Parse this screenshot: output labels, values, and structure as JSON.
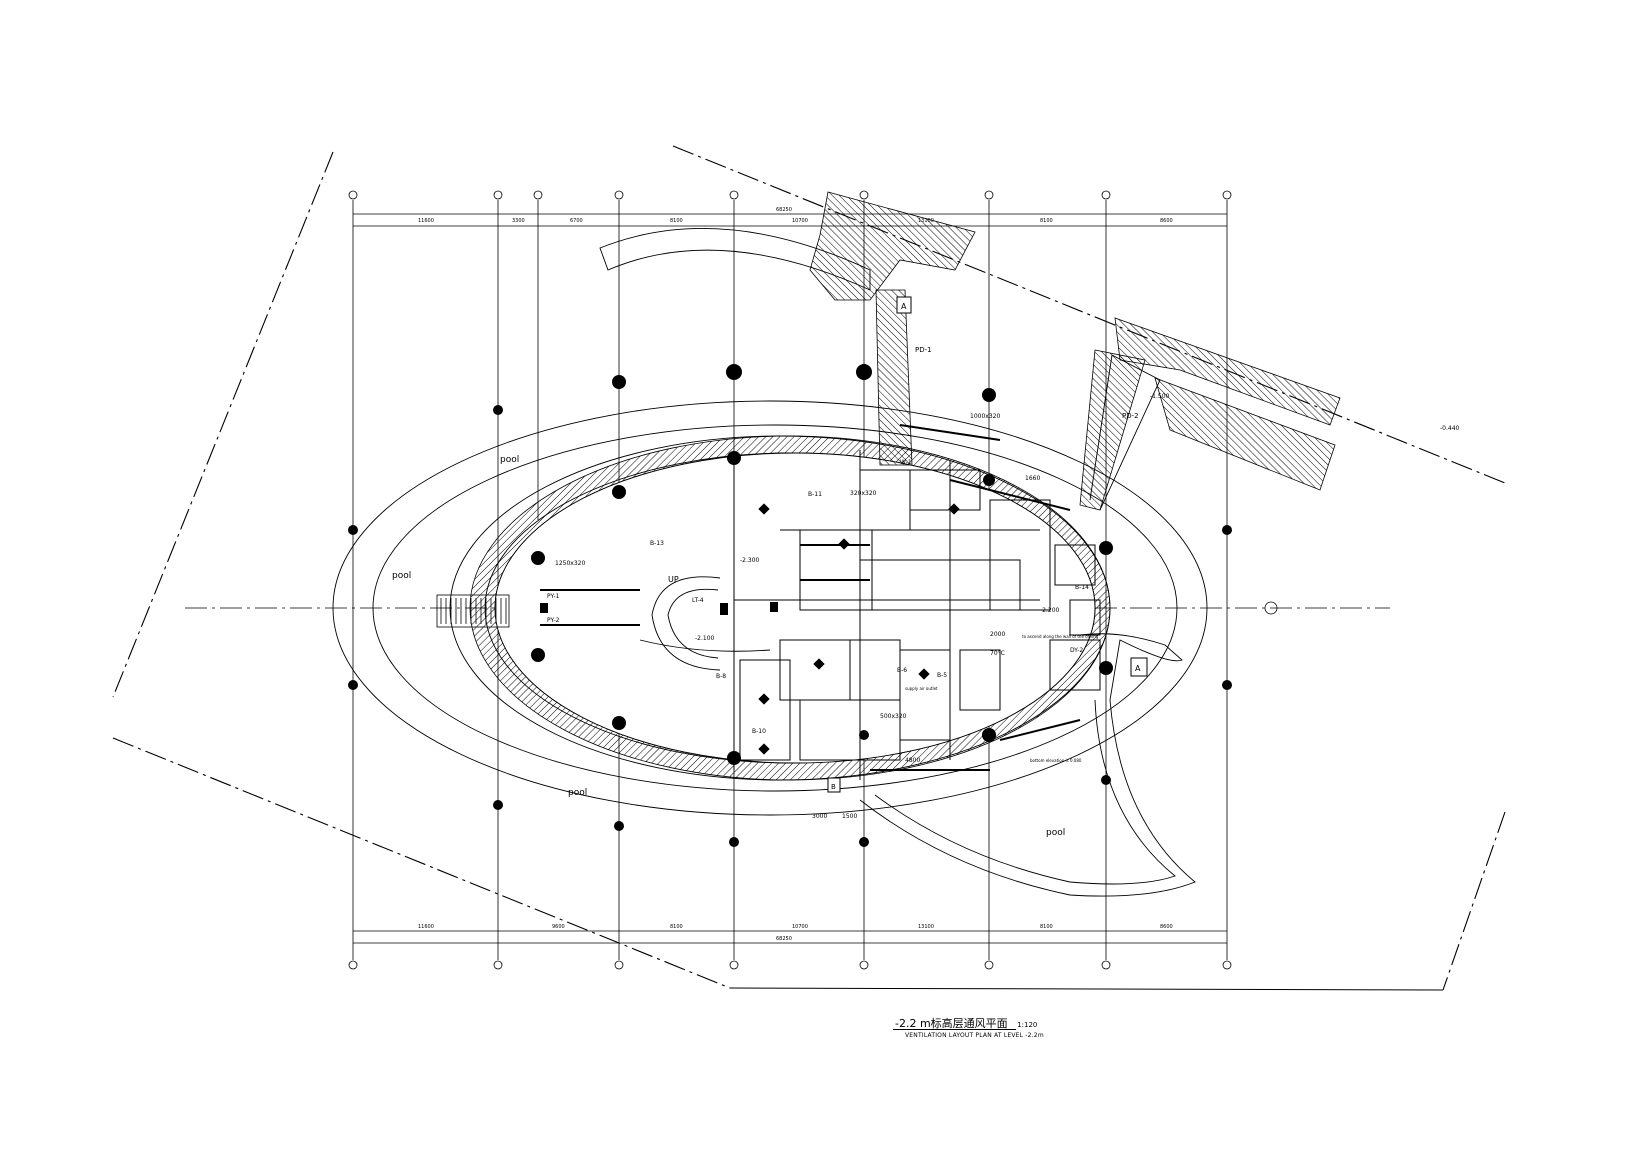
{
  "drawing": {
    "title_cn": "-2.2 m标高层通风平面",
    "scale": "1:120",
    "title_en": "VENTILATION LAYOUT PLAN AT LEVEL -2.2m"
  },
  "dimensions": {
    "top": [
      "11600",
      "3300",
      "6700",
      "8100",
      "10700",
      "13100",
      "8100",
      "8600"
    ],
    "top_total": "68250",
    "bottom": [
      "11600",
      "9600",
      "8100",
      "10700",
      "13100",
      "8100",
      "8600"
    ],
    "bottom_total": "68250"
  },
  "labels": {
    "pool": "pool",
    "pd1": "PD-1",
    "pd2": "PD-2",
    "up": "UP",
    "lt4": "LT-4",
    "a": "A",
    "b": "B",
    "w1": "W-1",
    "b11": "B-11",
    "b13": "B-13",
    "b14": "B-14",
    "b6": "B-6",
    "b5": "B-5",
    "b8": "B-8",
    "b10": "B-10",
    "py1": "PY-1",
    "py2": "PY-2",
    "dy2": "DY-2",
    "level_1": "-2.300",
    "level_2": "-0.440",
    "level_3": "-2.200",
    "level_4": "-2.100",
    "level_5": "-1.500",
    "duct_1": "1000x320",
    "duct_2": "320x320",
    "duct_3": "500x320",
    "duct_4": "1250x320",
    "duct_5": "2000",
    "duct_6": "3000",
    "duct_7": "1500",
    "duct_8": "4800",
    "duct_9": "1660",
    "duct_10": "70°C",
    "note_1": "to ascend along the wall of the ceiling",
    "note_2": "bottom elevation is 0.080",
    "note_3": "supply air outlet"
  }
}
